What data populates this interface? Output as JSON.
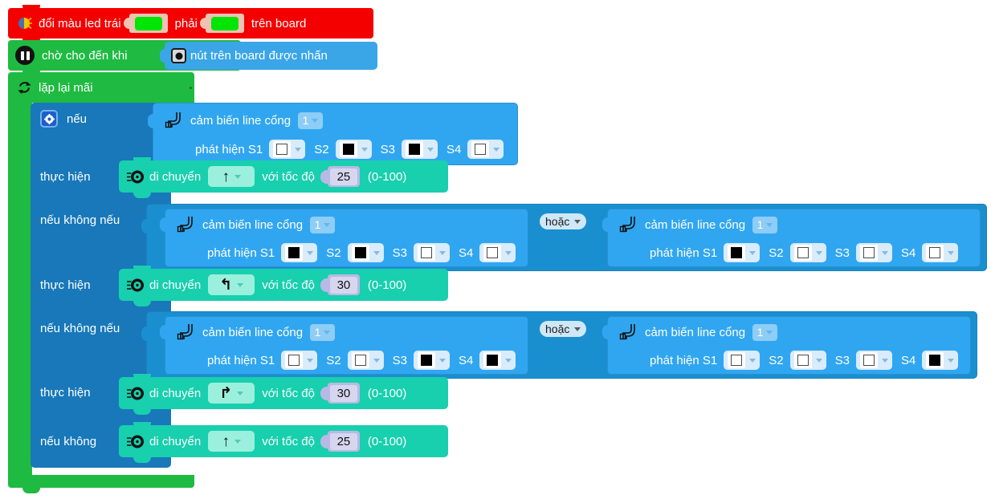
{
  "program": {
    "title": "mBlock / Scratch block program – line following robot",
    "colors": {
      "led_block": "#f50000",
      "control_green": "#1fba42",
      "if_block": "#1878b9",
      "sensor_reporter": "#31a6f0",
      "or_wrapper": "#1a8fd0",
      "move_block": "#18cfae",
      "led_color_value": "#00e505"
    }
  },
  "led_block": {
    "icon": "led-icon",
    "text_before": "đổi màu led trái",
    "text_middle": "phải",
    "text_after": "trên board",
    "left_color": "#00e505",
    "right_color": "#00e505"
  },
  "wait_block": {
    "icon": "pause-icon",
    "label": "chờ cho đến khi",
    "condition": {
      "icon": "push-button-icon",
      "label": "nút trên board được nhấn"
    }
  },
  "loop_block": {
    "icon": "loop-arrows-icon",
    "label": "lặp lại mãi",
    "trailing_dot": "."
  },
  "if_block": {
    "icon": "gear-icon",
    "rows": [
      {
        "key": "if",
        "label": "nếu"
      },
      {
        "key": "do1",
        "label": "thực hiện"
      },
      {
        "key": "elseif1",
        "label": "nếu không nếu"
      },
      {
        "key": "do2",
        "label": "thực hiện"
      },
      {
        "key": "elseif2",
        "label": "nếu không nếu"
      },
      {
        "key": "do3",
        "label": "thực hiện"
      },
      {
        "key": "else",
        "label": "nếu không"
      }
    ]
  },
  "sensor_common": {
    "icon": "line-sensor-icon",
    "title": "cảm biến line cổng",
    "port": "1",
    "detect_label": "phát hiện S1",
    "s2_label": "S2",
    "s3_label": "S3",
    "s4_label": "S4"
  },
  "operator": {
    "or_label": "hoặc"
  },
  "conditions": [
    {
      "id": "cond-1",
      "operands": [
        {
          "port": "1",
          "s1": "off",
          "s2": "on",
          "s3": "on",
          "s4": "off"
        }
      ]
    },
    {
      "id": "cond-2",
      "operator": "hoặc",
      "operands": [
        {
          "port": "1",
          "s1": "on",
          "s2": "on",
          "s3": "off",
          "s4": "off"
        },
        {
          "port": "1",
          "s1": "on",
          "s2": "off",
          "s3": "off",
          "s4": "off"
        }
      ]
    },
    {
      "id": "cond-3",
      "operator": "hoặc",
      "operands": [
        {
          "port": "1",
          "s1": "off",
          "s2": "off",
          "s3": "on",
          "s4": "on"
        },
        {
          "port": "1",
          "s1": "off",
          "s2": "off",
          "s3": "off",
          "s4": "on"
        }
      ]
    }
  ],
  "move_blocks": [
    {
      "id": "move-1",
      "icon": "wheel-icon",
      "label": "di chuyển",
      "direction": "↑",
      "direction_name": "forward",
      "speed_label": "với tốc độ",
      "speed": "25",
      "range": "(0-100)"
    },
    {
      "id": "move-2",
      "icon": "wheel-icon",
      "label": "di chuyển",
      "direction": "↰",
      "direction_name": "turn-left",
      "speed_label": "với tốc độ",
      "speed": "30",
      "range": "(0-100)"
    },
    {
      "id": "move-3",
      "icon": "wheel-icon",
      "label": "di chuyển",
      "direction": "↱",
      "direction_name": "turn-right",
      "speed_label": "với tốc độ",
      "speed": "30",
      "range": "(0-100)"
    },
    {
      "id": "move-4",
      "icon": "wheel-icon",
      "label": "di chuyển",
      "direction": "↑",
      "direction_name": "forward",
      "speed_label": "với tốc độ",
      "speed": "25",
      "range": "(0-100)"
    }
  ]
}
